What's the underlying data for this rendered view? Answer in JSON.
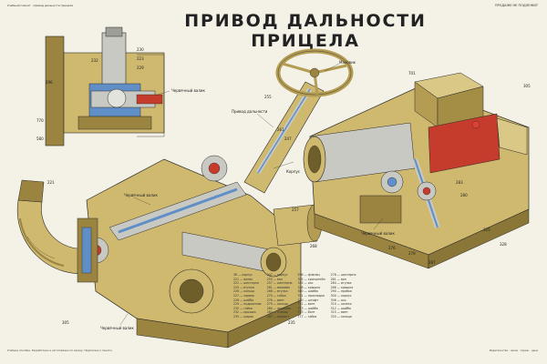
{
  "header": {
    "left_text": "Учебный плакат · привод дальности прицела",
    "right_text": "ПРОДАЖЕ НЕ ПОДЛЕЖИТ"
  },
  "title": "ПРИВОД ДАЛЬНОСТИ ПРИЦЕЛА",
  "colors": {
    "body": "#cfb96f",
    "body_dark": "#9a8440",
    "steel": "#c9c9c4",
    "section_blue": "#5f8fc6",
    "section_red": "#c53b2c",
    "line": "#2a2a2a"
  },
  "callouts": [
    {
      "id": "c1",
      "text": "Маховик"
    },
    {
      "id": "c2",
      "text": "Привод дальности"
    },
    {
      "id": "c3",
      "text": "Корпус"
    },
    {
      "id": "c4",
      "text": "Червячный валик"
    },
    {
      "id": "c5",
      "text": "Червячный валик"
    },
    {
      "id": "c6",
      "text": "Червячный валик"
    },
    {
      "id": "c7",
      "text": "Червячный валик"
    },
    {
      "id": "c8",
      "text": "230"
    },
    {
      "id": "c9",
      "text": "223"
    },
    {
      "id": "c10",
      "text": "229"
    },
    {
      "id": "c11",
      "text": "232"
    },
    {
      "id": "c12",
      "text": "247"
    },
    {
      "id": "c13",
      "text": "255"
    },
    {
      "id": "c14",
      "text": "261"
    },
    {
      "id": "c15",
      "text": "701"
    },
    {
      "id": "c16",
      "text": "305"
    },
    {
      "id": "c17",
      "text": "283"
    },
    {
      "id": "c18",
      "text": "280"
    },
    {
      "id": "c19",
      "text": "276"
    },
    {
      "id": "c20",
      "text": "279"
    },
    {
      "id": "c21",
      "text": "287"
    },
    {
      "id": "c22",
      "text": "325"
    },
    {
      "id": "c23",
      "text": "328"
    },
    {
      "id": "c24",
      "text": "221"
    },
    {
      "id": "c25",
      "text": "770"
    },
    {
      "id": "c26",
      "text": "580"
    },
    {
      "id": "c27",
      "text": "296"
    },
    {
      "id": "c28",
      "text": "305"
    },
    {
      "id": "c29",
      "text": "235"
    },
    {
      "id": "c30",
      "text": "268"
    },
    {
      "id": "c31",
      "text": "257"
    }
  ],
  "legend": {
    "col1": [
      "36 — корпус",
      "221 — валик",
      "222 — шестерня",
      "225 — втулка",
      "226 — кольцо",
      "227 — червяк",
      "228 — шайба",
      "229 — подшипник",
      "230 — гайка",
      "232 — крышка",
      "235 — шарик"
    ],
    "col2": [
      "247 — корпус",
      "255 — вал",
      "257 — шестерня",
      "261 — маховик",
      "268 — втулка",
      "270 — гайка",
      "276 — винт",
      "279 — кольцо",
      "280 — пружина",
      "283 — стопор",
      "287 — шплинт"
    ],
    "col3": [
      "296 — фланец",
      "305 — кронштейн",
      "325 — ось",
      "328 — крышка",
      "580 — шайба",
      "701 — прокладка",
      "770 — штифт",
      "771 — винт",
      "773 — шайба",
      "775 — болт",
      "777 — гайка"
    ],
    "col4": [
      "278 — шестерня",
      "281 — вал",
      "284 — втулка",
      "286 — крышка",
      "290 — пробка",
      "300 — корпус",
      "306 — ось",
      "310 — колесо",
      "312 — шайба",
      "315 — винт",
      "320 — кольцо"
    ]
  },
  "footer": {
    "left": "Учебное пособие. Разработано и изготовлено по заказу. Подписано к печати.",
    "right": "Издательство · заказ · тираж · цена"
  }
}
